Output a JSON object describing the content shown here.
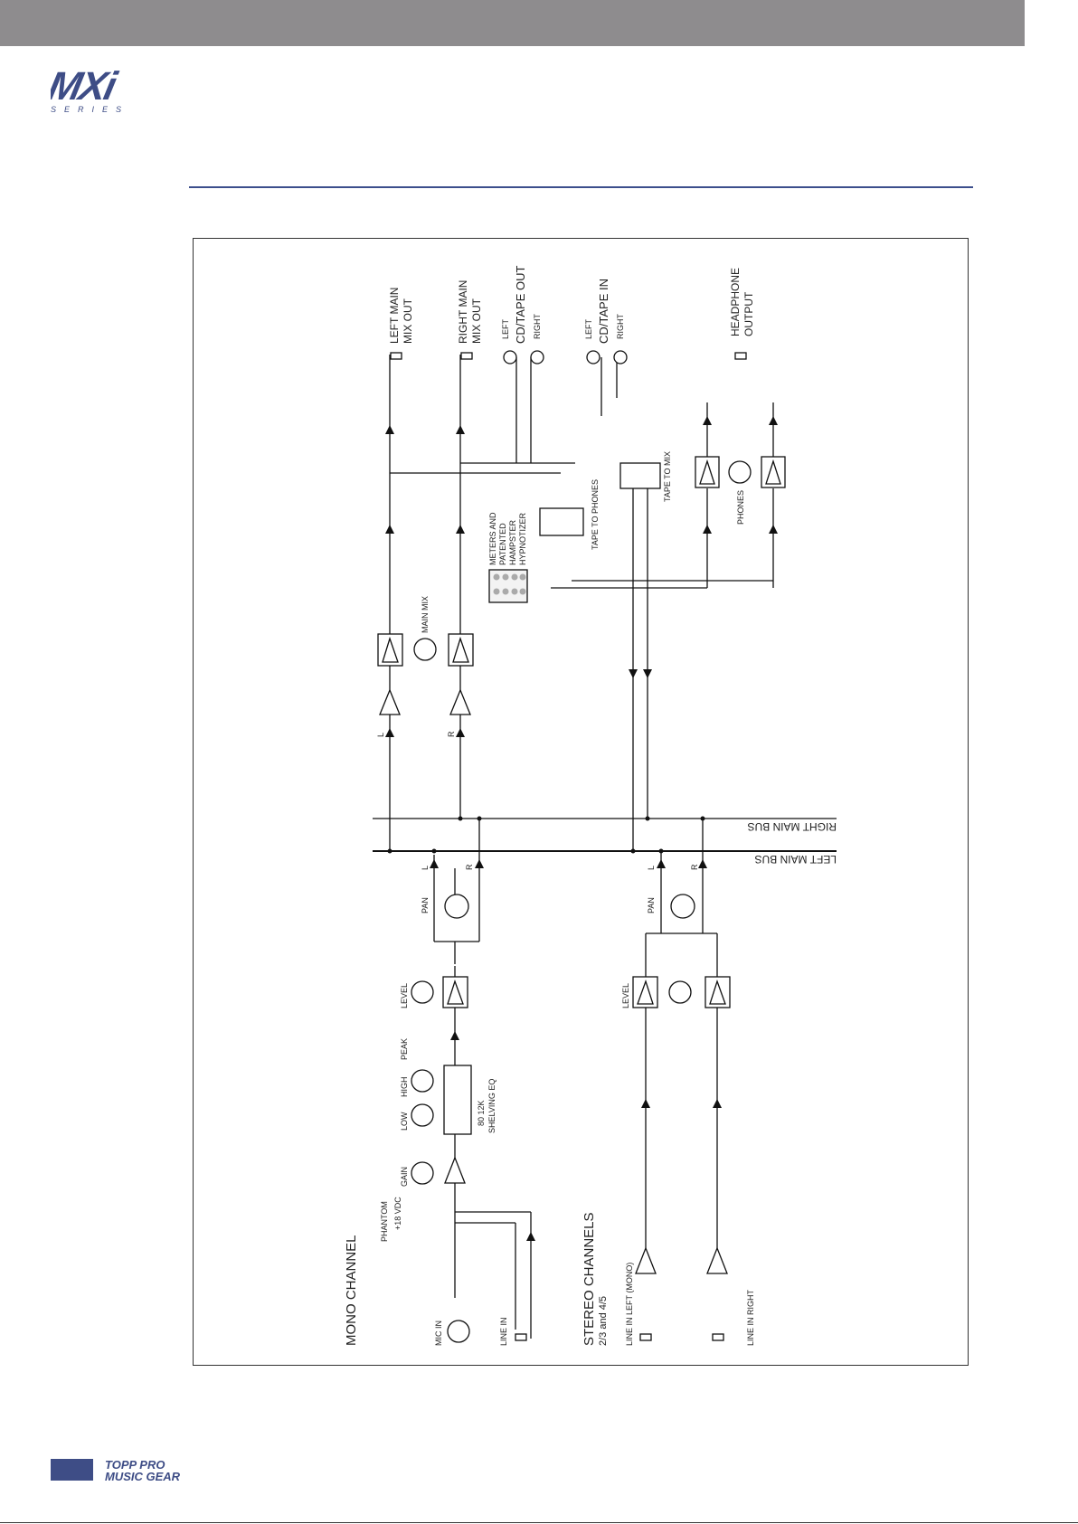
{
  "logo": {
    "main": "MXi",
    "sub": "S E R I E S"
  },
  "footer": {
    "brand_line1": "TOPP PRO",
    "brand_line2": "MUSIC GEAR"
  },
  "diagram": {
    "outputs": {
      "left_main_1": "LEFT MAIN",
      "left_main_2": "MIX OUT",
      "right_main_1": "RIGHT MAIN",
      "right_main_2": "MIX OUT",
      "cd_out_title": "CD/TAPE OUT",
      "cd_in_title": "CD/TAPE IN",
      "left": "LEFT",
      "right": "RIGHT",
      "headphone_1": "HEADPHONE",
      "headphone_2": "OUTPUT"
    },
    "main_mix": "MAIN MIX",
    "meters": {
      "l1": "METERS AND",
      "l2": "PATENTED",
      "l3": "HAMPSTER",
      "l4": "HYPNOTIZER"
    },
    "tape_to_phones": "TAPE TO PHONES",
    "tape_to_mix": "TAPE TO MIX",
    "phones": "PHONES",
    "buses": {
      "right": "RIGHT MAIN BUS",
      "left": "LEFT MAIN BUS"
    },
    "mono": {
      "title": "MONO CHANNEL",
      "mic_in": "MIC IN",
      "line_in": "LINE IN",
      "phantom": "PHANTOM",
      "vdc": "+18 VDC",
      "gain": "GAIN",
      "low": "LOW",
      "high": "HIGH",
      "peak": "PEAK",
      "level": "LEVEL",
      "pan": "PAN",
      "eq_freqs": "80      12K",
      "eq_label": "SHELVING EQ"
    },
    "stereo": {
      "title": "STEREO CHANNELS",
      "subtitle": "2/3 and 4/5",
      "line_left": "LINE IN LEFT (MONO)",
      "line_right": "LINE IN RIGHT",
      "level": "LEVEL",
      "pan": "PAN"
    },
    "l": "L",
    "r": "R"
  }
}
